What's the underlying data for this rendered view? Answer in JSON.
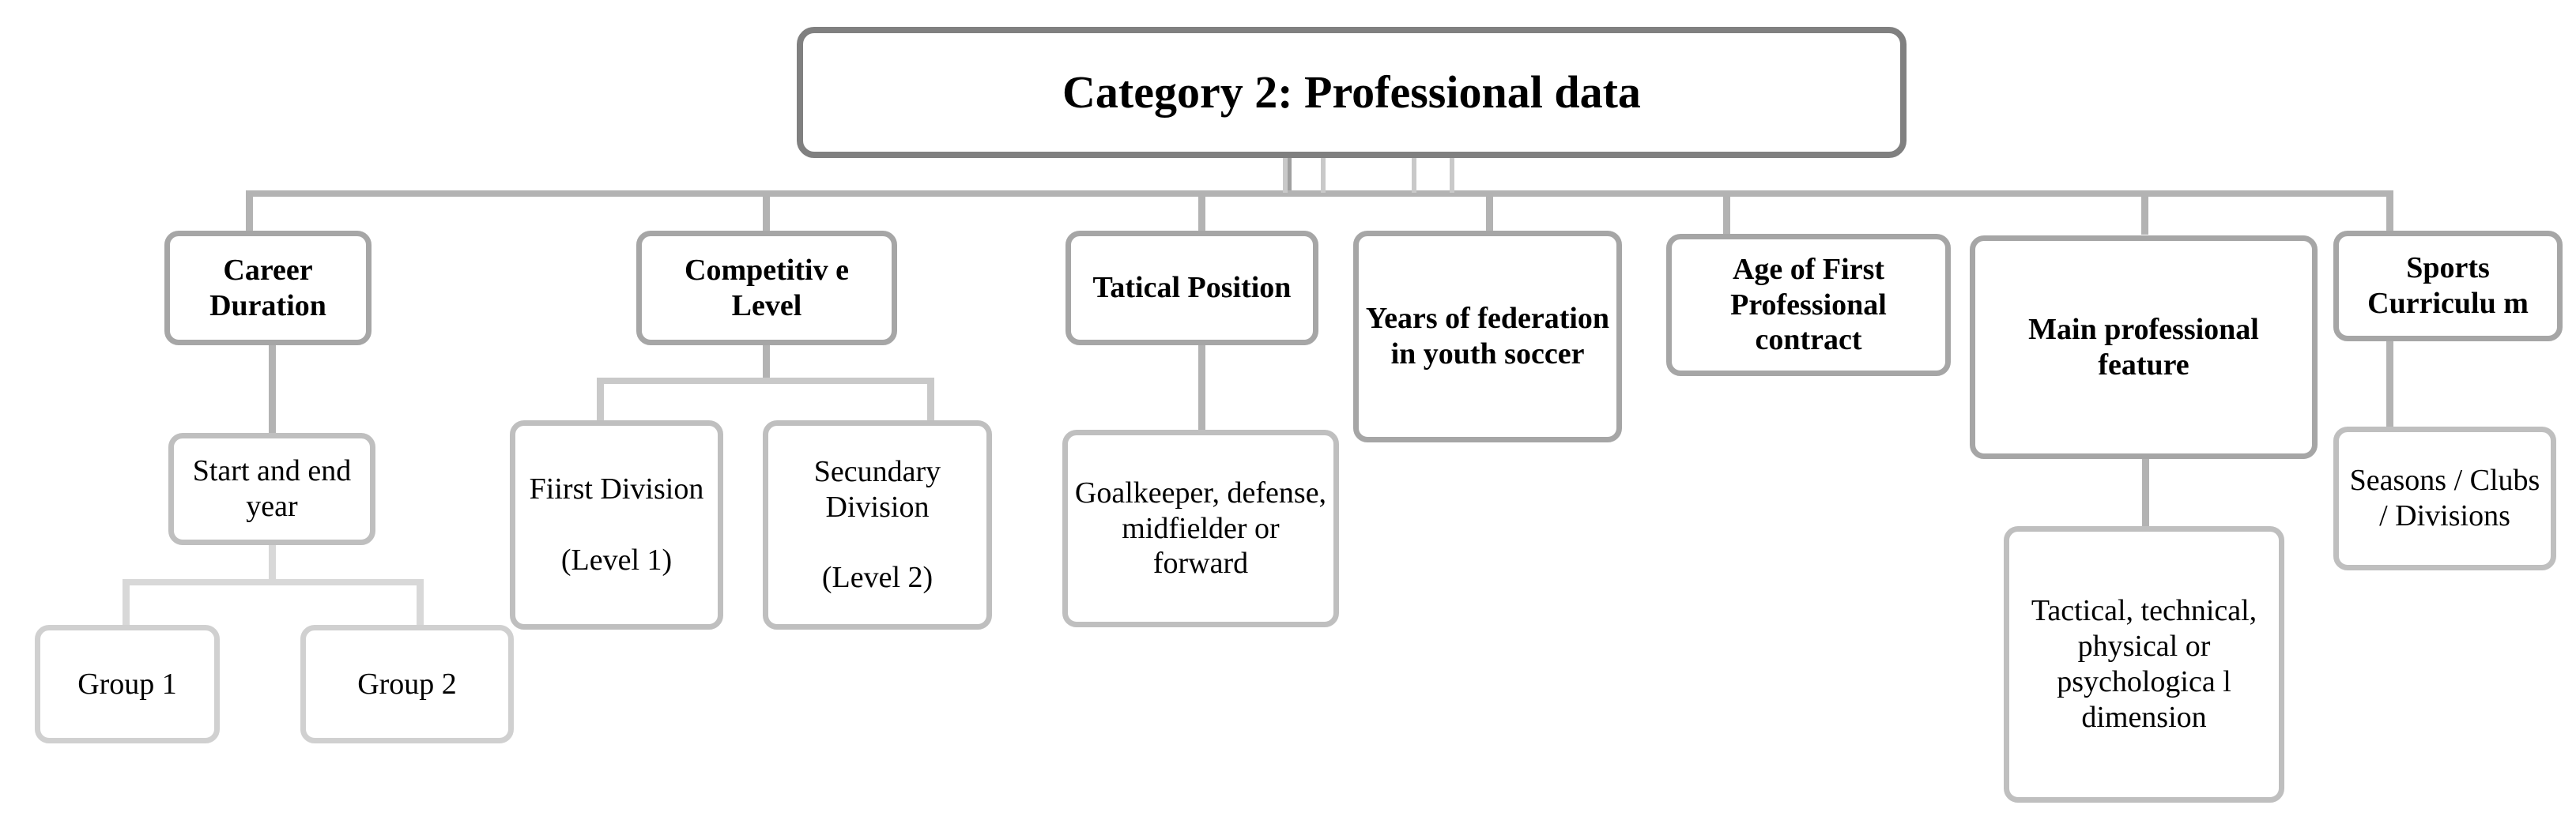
{
  "diagram": {
    "title": "Category 2: Professional data",
    "root": {
      "label": "Category 2: Professional data"
    },
    "branches": [
      {
        "id": "career-duration",
        "label": "Career Duration",
        "children": [
          {
            "id": "start-and-end-year",
            "label": "Start and end year",
            "children": [
              {
                "id": "group-1",
                "label": "Group 1"
              },
              {
                "id": "group-2",
                "label": "Group 2"
              }
            ]
          }
        ]
      },
      {
        "id": "competitive-level",
        "label": "Competitiv e Level",
        "children": [
          {
            "id": "first-division",
            "label": "Fiirst Division\n\n(Level 1)"
          },
          {
            "id": "secundary-division",
            "label": "Secundary Division\n\n(Level 2)"
          }
        ]
      },
      {
        "id": "tatical-position",
        "label": "Tatical Position",
        "children": [
          {
            "id": "positions",
            "label": "Goalkeeper, defense, midfielder or forward"
          }
        ]
      },
      {
        "id": "years-of-federation",
        "label": "Years of federation in youth soccer",
        "children": []
      },
      {
        "id": "age-of-first-professional-contract",
        "label": "Age of First Professional contract",
        "children": []
      },
      {
        "id": "main-professional-feature",
        "label": "Main professional feature",
        "children": [
          {
            "id": "dimensions",
            "label": "Tactical, technical, physical or psychologica l dimension"
          }
        ]
      },
      {
        "id": "sports-curriculum",
        "label": "Sports Curriculu m",
        "children": [
          {
            "id": "seasons-clubs-divisions",
            "label": "Seasons / Clubs / Divisions"
          }
        ]
      }
    ]
  },
  "colors": {
    "root_border": "#808080",
    "level1_border": "#a6a6a6",
    "level2_border": "#bfbfbf",
    "level3_border": "#d0d0d0",
    "connector": "#b3b3b3",
    "background": "#ffffff",
    "text": "#000000"
  }
}
